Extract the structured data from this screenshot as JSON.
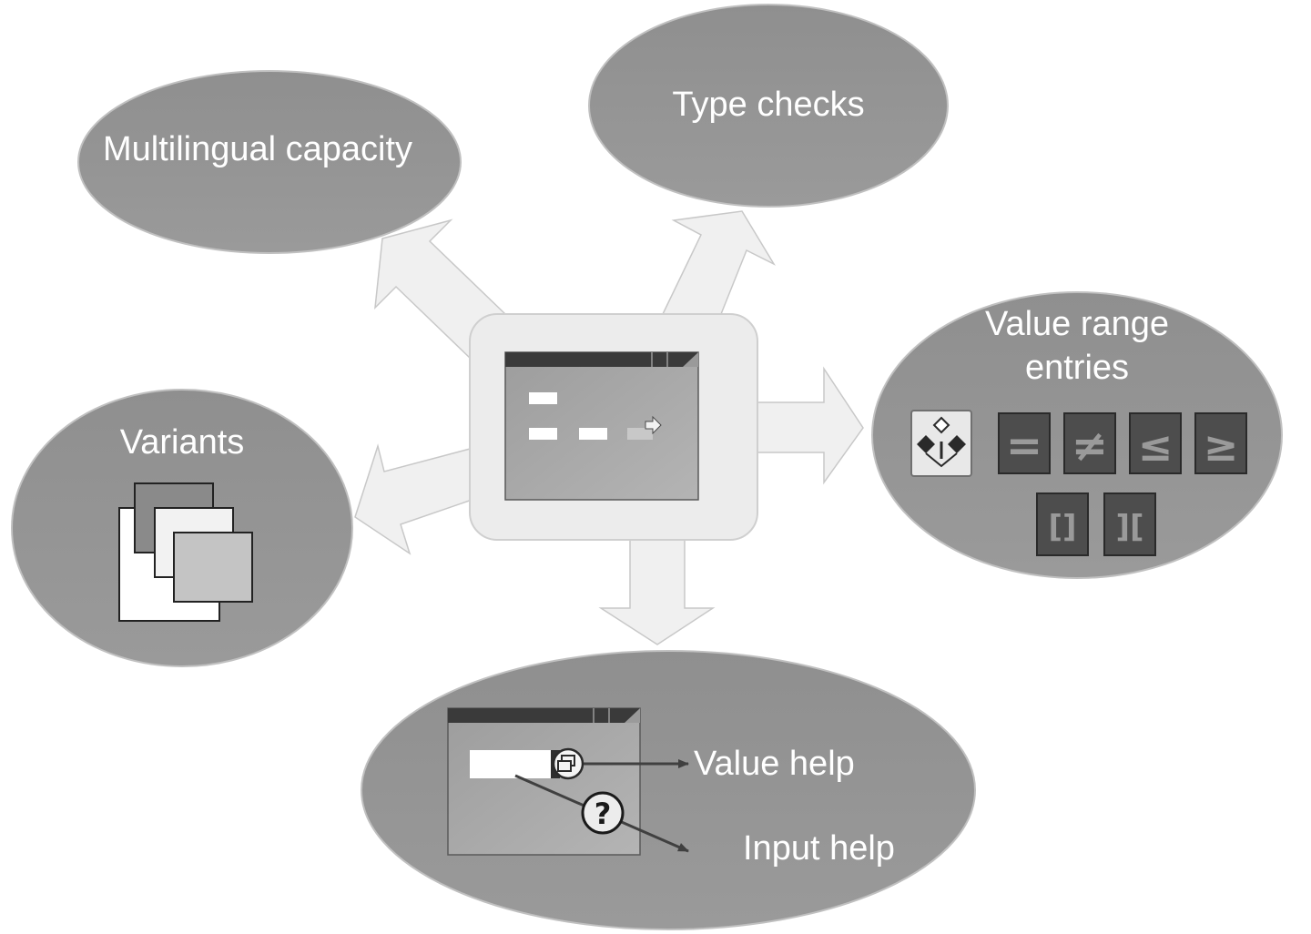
{
  "labels": {
    "multilingual": "Multilingual capacity",
    "type_checks": "Type checks",
    "value_range_line1": "Value range",
    "value_range_line2": "entries",
    "variants": "Variants",
    "value_help": "Value help",
    "input_help": "Input help"
  },
  "operators": [
    "=",
    "≠",
    "≤",
    "≥",
    "[]",
    "]["
  ],
  "icons": {
    "central": "input-screen-icon",
    "variants": "stacked-pages-icon",
    "value_range": "selection-options-icon",
    "value_help": "value-help-icon",
    "input_help": "question-mark-icon"
  },
  "colors": {
    "ellipse": "#939393",
    "arrow": "#f0f0f0",
    "operator_button": "#4d4d4d"
  }
}
